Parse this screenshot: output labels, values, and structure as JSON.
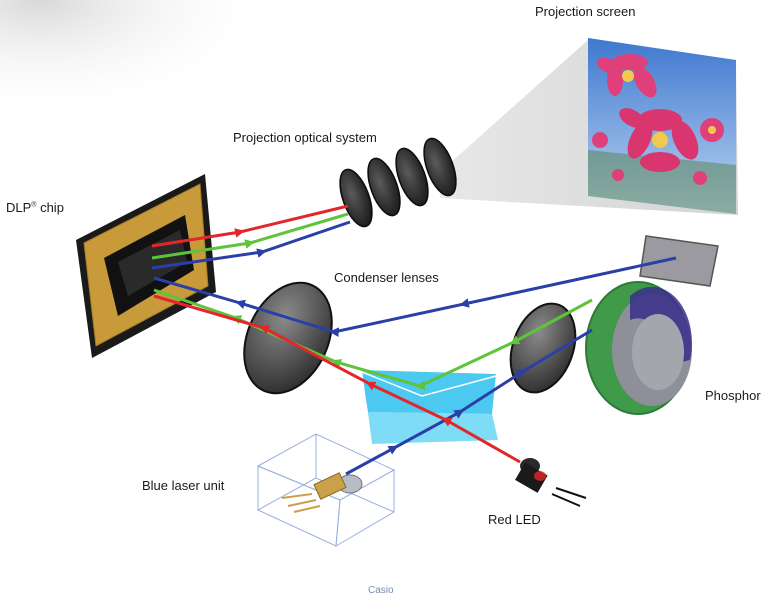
{
  "labels": {
    "projection_screen": "Projection screen",
    "projection_optics": "Projection optical system",
    "dlp_chip": "DLP",
    "dlp_reg": "®",
    "dlp_chip_suffix": " chip",
    "condenser_lenses": "Condenser lenses",
    "phosphor": "Phosphor",
    "blue_laser_unit": "Blue laser unit",
    "red_led": "Red LED"
  },
  "credit": "Casio",
  "colors": {
    "red_light": "#e3262b",
    "green_light": "#5ec43a",
    "blue_light": "#2a3fa8",
    "chip_gold": "#c99a3a",
    "prism_cyan": "#39c3ee",
    "phosphor_green": "#3f9a4a",
    "screen_sky": "#5a8fd8",
    "flower_pink": "#e0407a"
  }
}
